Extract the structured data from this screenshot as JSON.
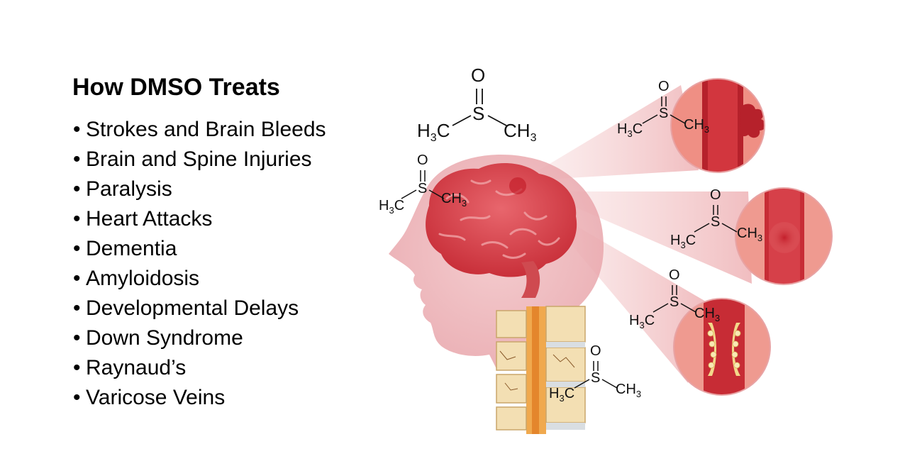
{
  "heading": "How DMSO Treats",
  "bullet_char": "•",
  "conditions": [
    "Strokes and Brain Bleeds",
    "Brain and Spine Injuries",
    "Paralysis",
    "Heart Attacks",
    "Dementia",
    "Amyloidosis",
    "Developmental Delays",
    "Down Syndrome",
    "Raynaud’s",
    "Varicose Veins"
  ],
  "molecule": {
    "oxygen": "O",
    "sulfur": "S",
    "left_group": "H",
    "left_sub": "3",
    "left_c": "C",
    "right_c": "CH",
    "right_sub": "3"
  },
  "colors": {
    "head": "#e9a9ae",
    "brain": "#d8434c",
    "beam": "#f3c7c9",
    "vessel": "#c8262f",
    "bone": "#f3dfb3"
  }
}
